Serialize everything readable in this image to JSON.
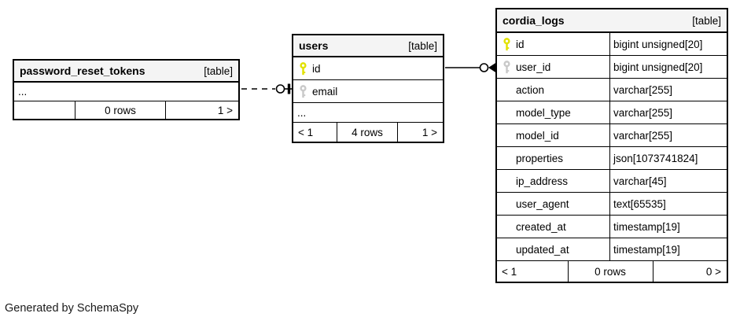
{
  "diagram": {
    "generator_note": "Generated by SchemaSpy",
    "colors": {
      "primary_key_icon": "#e2e200",
      "foreign_key_icon": "#c9c9c9",
      "header_background": "#f4f4f4",
      "border": "#000000",
      "background": "#ffffff"
    },
    "tables": {
      "password_reset_tokens": {
        "title": "password_reset_tokens",
        "badge": "[table]",
        "ellipsis": "...",
        "footer": {
          "left": "",
          "center": "0 rows",
          "right": "1 >"
        }
      },
      "users": {
        "title": "users",
        "badge": "[table]",
        "columns": [
          {
            "name": "id",
            "key": "primary-key"
          },
          {
            "name": "email",
            "key": "foreign-key"
          }
        ],
        "ellipsis": "...",
        "footer": {
          "left": "< 1",
          "center": "4 rows",
          "right": "1 >"
        }
      },
      "cordia_logs": {
        "title": "cordia_logs",
        "badge": "[table]",
        "columns": [
          {
            "name": "id",
            "type": "bigint unsigned[20]",
            "key": "primary-key"
          },
          {
            "name": "user_id",
            "type": "bigint unsigned[20]",
            "key": "foreign-key"
          },
          {
            "name": "action",
            "type": "varchar[255]",
            "key": ""
          },
          {
            "name": "model_type",
            "type": "varchar[255]",
            "key": ""
          },
          {
            "name": "model_id",
            "type": "varchar[255]",
            "key": ""
          },
          {
            "name": "properties",
            "type": "json[1073741824]",
            "key": ""
          },
          {
            "name": "ip_address",
            "type": "varchar[45]",
            "key": ""
          },
          {
            "name": "user_agent",
            "type": "text[65535]",
            "key": ""
          },
          {
            "name": "created_at",
            "type": "timestamp[19]",
            "key": ""
          },
          {
            "name": "updated_at",
            "type": "timestamp[19]",
            "key": ""
          }
        ],
        "footer": {
          "left": "< 1",
          "center": "0 rows",
          "right": "0 >"
        }
      }
    },
    "relationships": [
      {
        "from": "users.id",
        "to": "cordia_logs.user_id",
        "line": "solid",
        "end_marker": "zero-or-many"
      },
      {
        "from": "password_reset_tokens",
        "to": "users.email",
        "line": "dashed",
        "end_marker": "zero-or-one"
      }
    ]
  }
}
